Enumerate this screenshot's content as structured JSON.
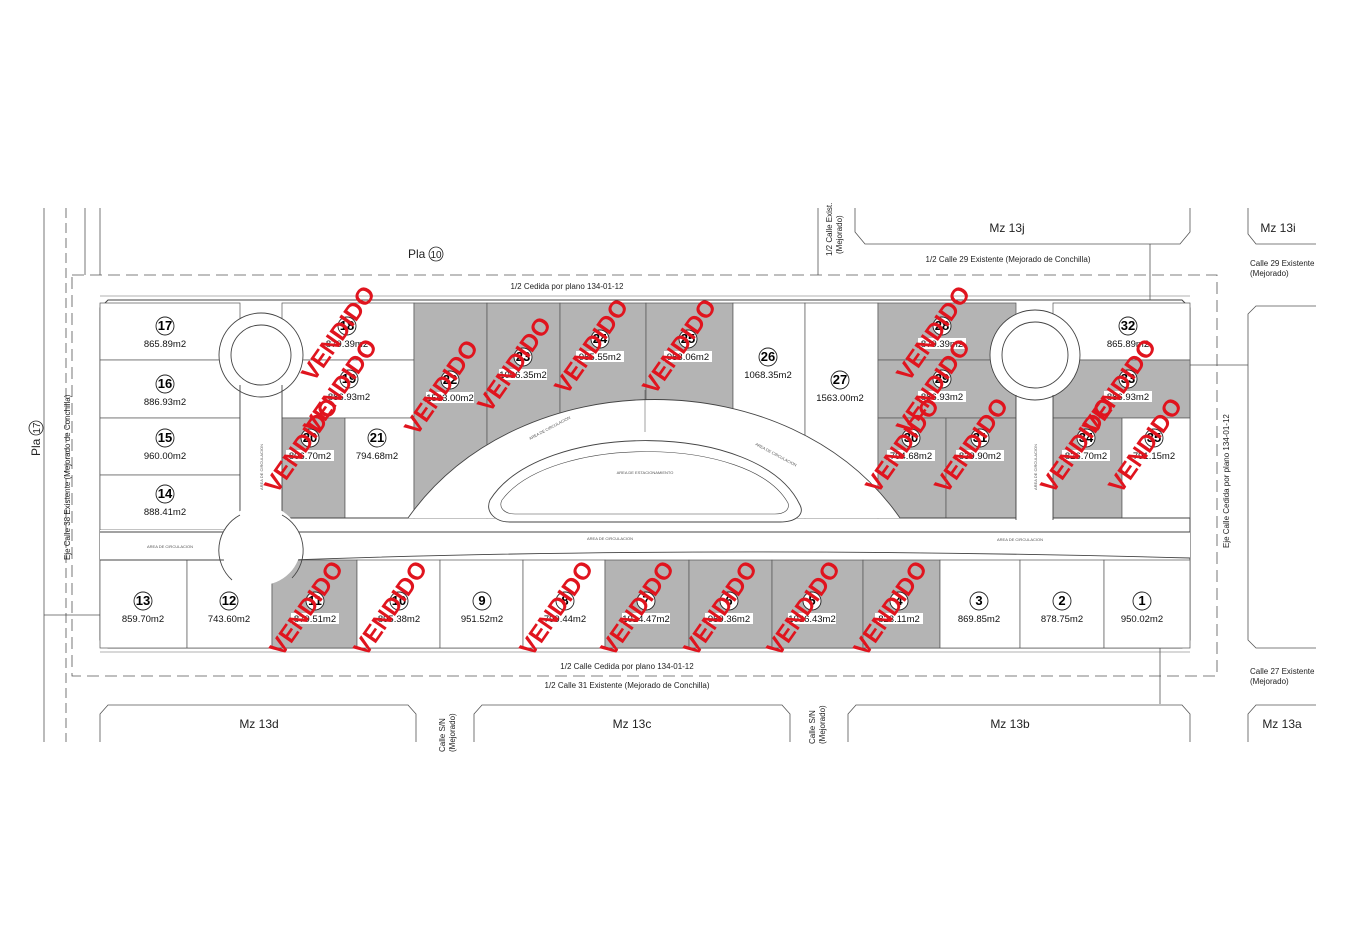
{
  "labels": {
    "pla_top": "Pla",
    "pla_top_num": "10",
    "pla_left": "Pla",
    "pla_left_num": "17",
    "mz_13j": "Mz 13j",
    "mz_13i": "Mz 13i",
    "mz_13d": "Mz 13d",
    "mz_13c": "Mz 13c",
    "mz_13b": "Mz 13b",
    "mz_13a": "Mz 13a",
    "calle_29_half": "1/2 Calle 29 Existente (Mejorado de Conchilla)",
    "calle_29_line1": "Calle 29 Existente",
    "calle_29_line2": "(Mejorado)",
    "calle_exist_line1": "1/2 Calle Exist.",
    "calle_exist_line2": "(Mejorado)",
    "cedida_top": "1/2 Cedida por plano 134-01-12",
    "cedida_bottom": "1/2 Calle Cedida por plano 134-01-12",
    "calle_31_half": "1/2 Calle 31 Existente (Mejorado de Conchilla)",
    "calle_27_line1": "Calle 27 Existente",
    "calle_27_line2": "(Mejorado)",
    "calle_sn_line1": "Calle S/N",
    "calle_sn_line2": "(Mejorado)",
    "eje_calle_38": "Eje Calle 38 Existente (Mejorado de Conchilla)",
    "eje_calle_cedida": "Eje Calle Cedida por plano 134-01-12",
    "area_circulacion": "AREA DE CIRCULACION",
    "area_estacionamiento": "AREA DE ESTACIONAMIENTO"
  },
  "colors": {
    "sold_fill": "#b4b4b4",
    "sold_text": "#e0141e",
    "line": "#555555"
  },
  "lots": [
    {
      "number": "17",
      "area": "865.89m2",
      "status": "",
      "shaded": false
    },
    {
      "number": "16",
      "area": "886.93m2",
      "status": "",
      "shaded": false
    },
    {
      "number": "15",
      "area": "960.00m2",
      "status": "",
      "shaded": false
    },
    {
      "number": "14",
      "area": "888.41m2",
      "status": "",
      "shaded": false
    },
    {
      "number": "18",
      "area": "870.39m2",
      "status": "VENDIDO",
      "shaded": false
    },
    {
      "number": "19",
      "area": "886.93m2",
      "status": "VENDIDO",
      "shaded": false
    },
    {
      "number": "20",
      "area": "806.70m2",
      "status": "VENDIDO",
      "shaded": true
    },
    {
      "number": "21",
      "area": "794.68m2",
      "status": "",
      "shaded": false
    },
    {
      "number": "22",
      "area": "1563.00m2",
      "status": "VENDIDO",
      "shaded": true
    },
    {
      "number": "23",
      "area": "1096.35m2",
      "status": "VENDIDO",
      "shaded": true
    },
    {
      "number": "24",
      "area": "955.55m2",
      "status": "VENDIDO",
      "shaded": true
    },
    {
      "number": "25",
      "area": "953.06m2",
      "status": "VENDIDO",
      "shaded": true
    },
    {
      "number": "26",
      "area": "1068.35m2",
      "status": "",
      "shaded": false
    },
    {
      "number": "27",
      "area": "1563.00m2",
      "status": "",
      "shaded": false
    },
    {
      "number": "28",
      "area": "870.39m2",
      "status": "VENDIDO",
      "shaded": true
    },
    {
      "number": "29",
      "area": "886.93m2",
      "status": "VENDIDO",
      "shaded": true
    },
    {
      "number": "30",
      "area": "794.68m2",
      "status": "VENDIDO",
      "shaded": true
    },
    {
      "number": "31",
      "area": "839.90m2",
      "status": "VENDIDO",
      "shaded": true
    },
    {
      "number": "32",
      "area": "865.89m2",
      "status": "",
      "shaded": false
    },
    {
      "number": "33",
      "area": "886.93m2",
      "status": "VENDIDO",
      "shaded": true
    },
    {
      "number": "34",
      "area": "826.70m2",
      "status": "VENDIDO",
      "shaded": true
    },
    {
      "number": "35",
      "area": "791.15m2",
      "status": "VENDIDO",
      "shaded": false
    },
    {
      "number": "13",
      "area": "859.70m2",
      "status": "",
      "shaded": false
    },
    {
      "number": "12",
      "area": "743.60m2",
      "status": "",
      "shaded": false
    },
    {
      "number": "11",
      "area": "870.51m2",
      "status": "VENDIDO",
      "shaded": true
    },
    {
      "number": "10",
      "area": "895.38m2",
      "status": "VENDIDO",
      "shaded": false
    },
    {
      "number": "9",
      "area": "951.52m2",
      "status": "",
      "shaded": false
    },
    {
      "number": "8",
      "area": "799.44m2",
      "status": "VENDIDO",
      "shaded": false
    },
    {
      "number": "7",
      "area": "1014.47m2",
      "status": "VENDIDO",
      "shaded": true
    },
    {
      "number": "6",
      "area": "959.36m2",
      "status": "VENDIDO",
      "shaded": true
    },
    {
      "number": "5",
      "area": "1036.43m2",
      "status": "VENDIDO",
      "shaded": true
    },
    {
      "number": "4",
      "area": "823.11m2",
      "status": "VENDIDO",
      "shaded": true
    },
    {
      "number": "3",
      "area": "869.85m2",
      "status": "",
      "shaded": false
    },
    {
      "number": "2",
      "area": "878.75m2",
      "status": "",
      "shaded": false
    },
    {
      "number": "1",
      "area": "950.02m2",
      "status": "",
      "shaded": false
    }
  ]
}
